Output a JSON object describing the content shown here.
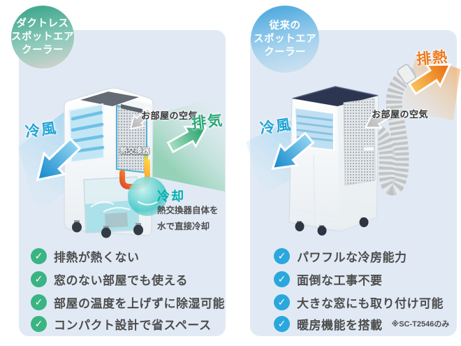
{
  "colors": {
    "panel-bg": "#e1eaf4",
    "check-green": "#3ab483",
    "check-blue": "#2aa7dd",
    "cold-blue": "#1ea3d5",
    "exhaust-green": "#2ca878",
    "exhaust-orange": "#ed7a1c",
    "cooling-teal": "#00b0ae",
    "text-dark": "#4d4d4d",
    "room-air-text": "#333333"
  },
  "ui": {
    "check": "✓"
  },
  "left_panel": {
    "badge_lines": [
      "ダクトレス",
      "スポットエア",
      "クーラー"
    ],
    "labels": {
      "cold_air": "冷風",
      "room_air": "お部屋の空気",
      "exhaust": "排気",
      "heat_exchanger": "熱交換器",
      "cooling": "冷却",
      "cooling_note_line1": "熱交換器自体を",
      "cooling_note_line2": "水で直接冷却"
    },
    "features": [
      "排熱が熱くない",
      "窓のない部屋でも使える",
      "部屋の温度を上げずに除湿可能",
      "コンパクト設計で省スペース"
    ]
  },
  "right_panel": {
    "badge_lines": [
      "従来の",
      "スポットエア",
      "クーラー"
    ],
    "labels": {
      "cold_air": "冷風",
      "room_air": "お部屋の空気",
      "exhaust_heat": "排熱"
    },
    "features": [
      "パワフルな冷房能力",
      "面倒な工事不要",
      "大きな窓にも取り付け可能",
      "暖房機能を搭載"
    ],
    "feature_note": "※SC-T2546のみ"
  }
}
